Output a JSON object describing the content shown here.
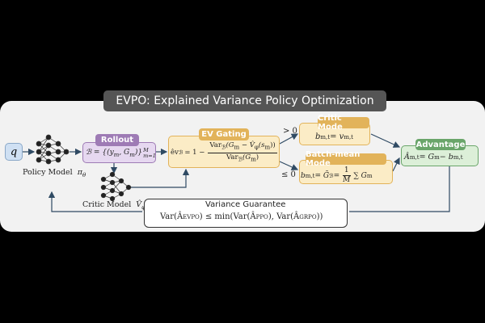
{
  "title": "EVPO: Explained Variance Policy Optimization",
  "colors": {
    "rollout": "#9e7bb5",
    "ev_gating": "#e2b35a",
    "mode": "#e2b35a",
    "advantage": "#6aa56a",
    "arrow": "#2f4a63",
    "q_box": "#cfe0f3"
  },
  "nodes": {
    "q": "q",
    "policy_model": "Policy Model",
    "policy_symbol": "π",
    "policy_sub": "θ",
    "critic_model": "Critic Model",
    "critic_symbol": "V̂",
    "critic_sub": "φ",
    "rollout_label": "Rollout",
    "rollout_formula": "ℬ = {(y",
    "rollout_formula_2": ", G",
    "rollout_formula_3": ")}",
    "rollout_sub_m": "m",
    "rollout_sup_M": "M",
    "rollout_sub_m1": "m=1",
    "ev_gating_label": "EV Gating",
    "ev_lhs": "êv",
    "ev_lhs_sub": "ℬ",
    "ev_eq": "= 1 −",
    "ev_num": "Var",
    "ev_num_2": "(G",
    "ev_num_3": " − V̂",
    "ev_num_4": "(s",
    "ev_num_5": "))",
    "ev_den": "Var",
    "ev_den_2": "(G",
    "ev_den_3": ")",
    "cond_gt": "> 0",
    "cond_le": "≤ 0",
    "critic_mode_label": "Critic Mode",
    "critic_mode_formula": "b",
    "critic_mode_formula_2": " = v",
    "batch_mode_label": "Batch-mean Mode",
    "batch_mode_formula": "b",
    "batch_mode_formula_2": " = Ḡ",
    "batch_mode_formula_3": " =",
    "batch_frac_num": "1",
    "batch_frac_den": "M",
    "batch_sum": "∑ G",
    "advantage_label": "Advantage",
    "advantage_formula": "Â",
    "advantage_formula_2": " = G",
    "advantage_formula_3": " − b",
    "sub_mt": "m,t",
    "sub_m": "m",
    "sub_B": "ℬ",
    "sub_phi": "φ"
  },
  "guarantee": {
    "label": "Variance Guarantee",
    "formula_1": "Var(Â",
    "sup_evpo": "EVPO",
    "formula_2": ") ≤ min(Var(Â",
    "sup_ppo": "PPO",
    "formula_3": "), Var(Â",
    "sup_grpo": "GRPO",
    "formula_4": "))"
  }
}
